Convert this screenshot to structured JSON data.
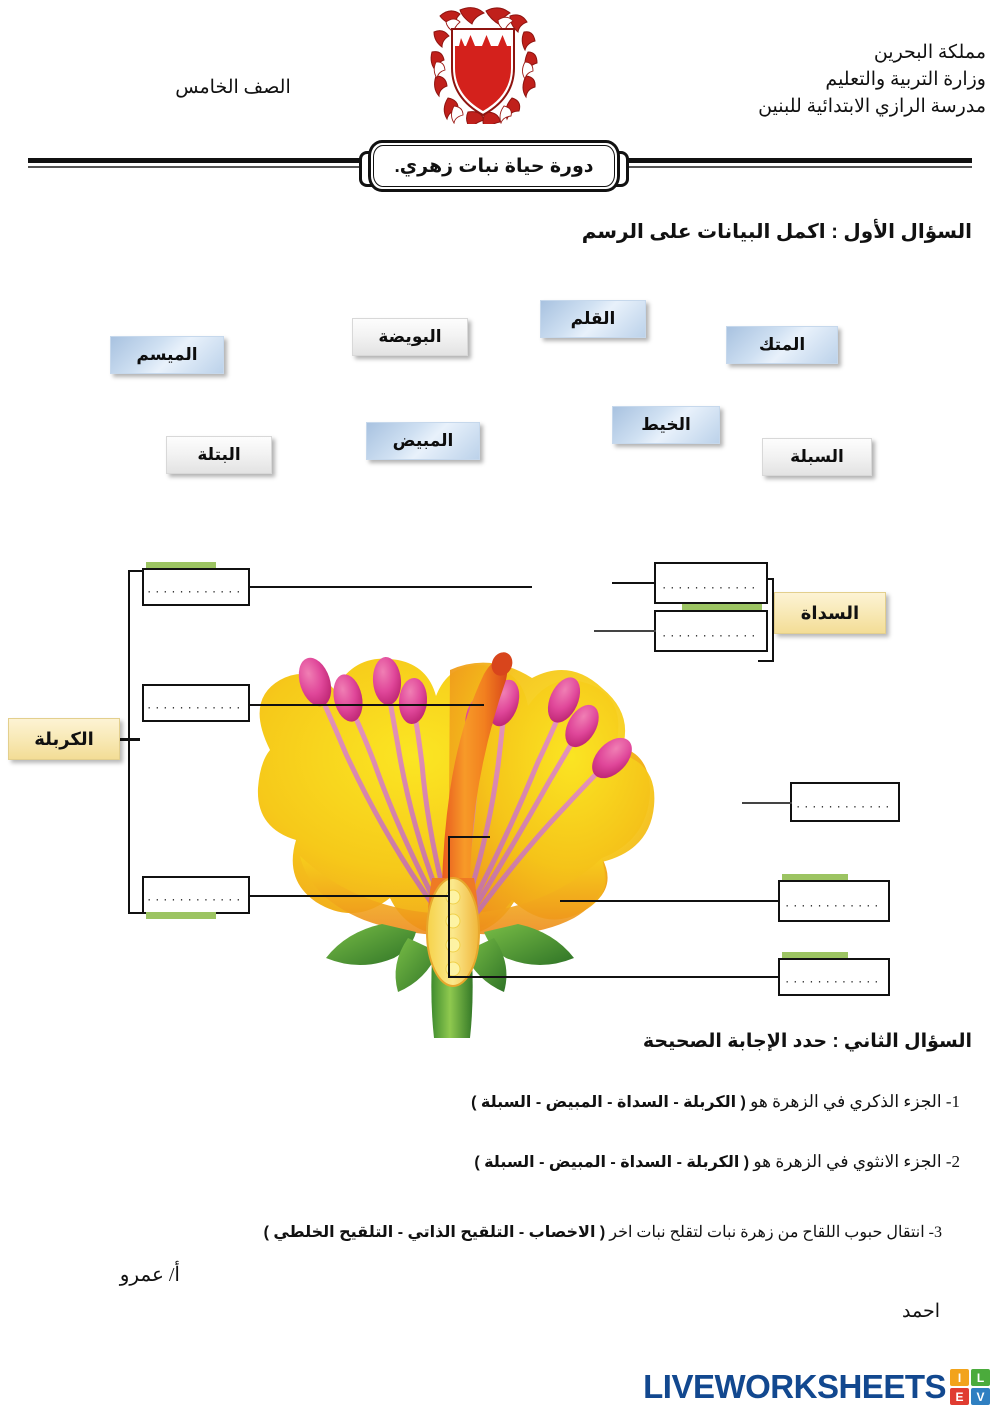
{
  "header": {
    "country": "مملكة البحرين",
    "ministry": "وزارة التربية والتعليم",
    "school": "مدرسة الرازي الابتدائية للبنين",
    "grade": "الصف الخامس",
    "emblem_name": "bahrain-coat-of-arms"
  },
  "title": "دورة حياة نبات زهري.",
  "question1": {
    "heading": "السؤال الأول : اكمل البيانات على الرسم",
    "word_bank": [
      {
        "label": "الميسم",
        "style": "blue"
      },
      {
        "label": "البويضة",
        "style": "gray"
      },
      {
        "label": "القلم",
        "style": "blue"
      },
      {
        "label": "المتك",
        "style": "blue"
      },
      {
        "label": "البتلة",
        "style": "gray"
      },
      {
        "label": "المبيض",
        "style": "blue"
      },
      {
        "label": "الخيط",
        "style": "blue"
      },
      {
        "label": "السبلة",
        "style": "gray"
      }
    ],
    "group_labels": [
      {
        "label": "الكربلة",
        "side": "left"
      },
      {
        "label": "السداة",
        "side": "right"
      }
    ],
    "answer_dots": "............",
    "answer_boxes_count": 8
  },
  "question2": {
    "heading": "السؤال الثاني : حدد الإجابة الصحيحة",
    "items": [
      {
        "number": "1-",
        "stem": "الجزء الذكري في الزهرة هو",
        "options": "( الكربلة  -  السداة   -  المبيض   - السبلة  )"
      },
      {
        "number": "2-",
        "stem": "الجزء الانثوي في الزهرة هو",
        "options": "( الكربلة  -  السداة   -  المبيض   - السبلة  )"
      },
      {
        "number": "3-",
        "stem": "انتقال حبوب اللقاح من زهرة نبات لتقلح نبات اخر",
        "options": "( الاخصاب  -  التلقيح الذاتي  -   التلقيح الخلطي  )"
      }
    ]
  },
  "signature": {
    "line1": "أ/ عمرو",
    "line2": "احمد"
  },
  "footer": {
    "brand": "LIVEWORKSHEETS",
    "tiles": [
      {
        "letter": "L",
        "color": "#4bab3c"
      },
      {
        "letter": "I",
        "color": "#f2a31b"
      },
      {
        "letter": "V",
        "color": "#2f7fc1"
      },
      {
        "letter": "E",
        "color": "#e03c31"
      }
    ],
    "brand_color": "#12488f"
  },
  "colors": {
    "accent_green": "#9cc462",
    "cream": "#f8e9b6",
    "blue_box": "#cfe0f2",
    "petal_yellow": "#f5d40a",
    "petal_orange": "#f09a21",
    "stamen_pink": "#e2609b",
    "stem_green": "#6aab3e"
  }
}
